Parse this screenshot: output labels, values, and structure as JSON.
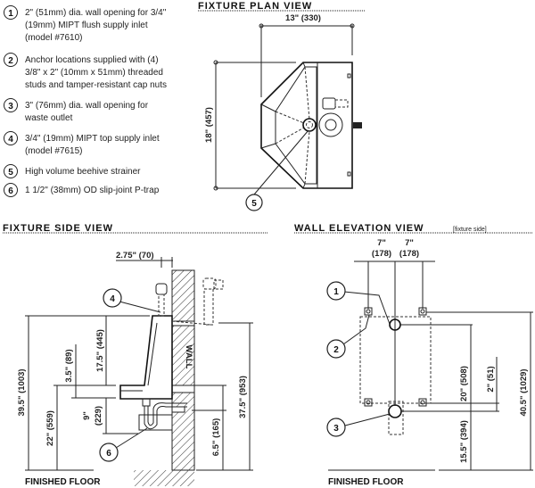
{
  "legend": [
    {
      "num": "1",
      "lines": [
        "2\" (51mm) dia. wall opening for 3/4\"",
        "(19mm) MIPT flush supply inlet",
        "(model #7610)"
      ]
    },
    {
      "num": "2",
      "lines": [
        "Anchor locations supplied with (4)",
        "3/8\" x 2\" (10mm x 51mm) threaded",
        "studs and tamper-resistant cap nuts"
      ]
    },
    {
      "num": "3",
      "lines": [
        "3\" (76mm) dia. wall opening for",
        "waste outlet"
      ]
    },
    {
      "num": "4",
      "lines": [
        "3/4\" (19mm) MIPT top supply inlet",
        "(model #7615)"
      ]
    },
    {
      "num": "5",
      "lines": [
        "High volume beehive strainer"
      ]
    },
    {
      "num": "6",
      "lines": [
        "1 1/2\" (38mm) OD slip-joint P-trap"
      ]
    }
  ],
  "plan_view": {
    "title": "FIXTURE PLAN VIEW",
    "width_dim": "13\"  (330)",
    "depth_dim": "18\"  (457)",
    "callout": "5"
  },
  "side_view": {
    "title": "FIXTURE SIDE VIEW",
    "dims": {
      "offset": "2.75\"  (70)",
      "total_height": "39.5\"  (1003)",
      "rim_height": "22\"  (559)",
      "lip": "3.5\"  (89)",
      "body": "17.5\"  (445)",
      "trap_a": "9\"",
      "trap_b": "(229)",
      "supply_height": "37.5\"  (953)",
      "waste_height": "6.5\"  (165)"
    },
    "wall_label": "WALL",
    "callouts": [
      "4",
      "6"
    ],
    "floor_label": "FINISHED FLOOR"
  },
  "elevation_view": {
    "title": "WALL ELEVATION VIEW",
    "subtitle": "[fixture side]",
    "dims": {
      "left_in": "7\"",
      "left_mm": "(178)",
      "right_in": "7\"",
      "right_mm": "(178)",
      "inlet": "20\"  (508)",
      "gap": "2\"  (51)",
      "total": "40.5\"  (1029)",
      "outlet": "15.5\"  (394)"
    },
    "callouts": [
      "1",
      "2",
      "3"
    ],
    "floor_label": "FINISHED FLOOR"
  }
}
